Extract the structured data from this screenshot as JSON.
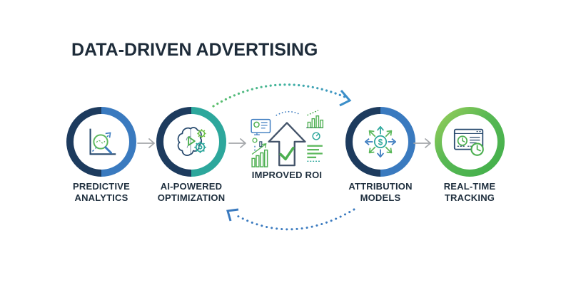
{
  "title": "DATA-DRIVEN ADVERTISING",
  "steps": [
    {
      "name": "predictive-analytics",
      "line1": "PREDICTIVE",
      "line2": "ANALYTICS"
    },
    {
      "name": "ai-powered-optimization",
      "line1": "AI-POWERED",
      "line2": "OPTIMIZATION"
    },
    {
      "name": "improved-roi",
      "line1": "IMPROVED ROI",
      "line2": ""
    },
    {
      "name": "attribution-models",
      "line1": "ATTRIBUTION",
      "line2": "MODELS"
    },
    {
      "name": "real-time-tracking",
      "line1": "REAL-TIME",
      "line2": "TRACKING"
    }
  ],
  "symbols": {
    "dollar": "$"
  },
  "colors": {
    "title_text": "#1e2c3a",
    "label_text": "#20303f",
    "ring_navy": "#1d3b5e",
    "ring_blue": "#3a7abf",
    "ring_teal": "#2da79c",
    "ring_green": "#3fae49",
    "ring_light_green": "#9ed05a",
    "icon_navy": "#27496d",
    "icon_green": "#4caf50",
    "icon_teal": "#2da79c",
    "arrow_gray": "#a5a8ab",
    "arc_green": "#5cbf6b",
    "arc_blue": "#3c8fc9"
  }
}
